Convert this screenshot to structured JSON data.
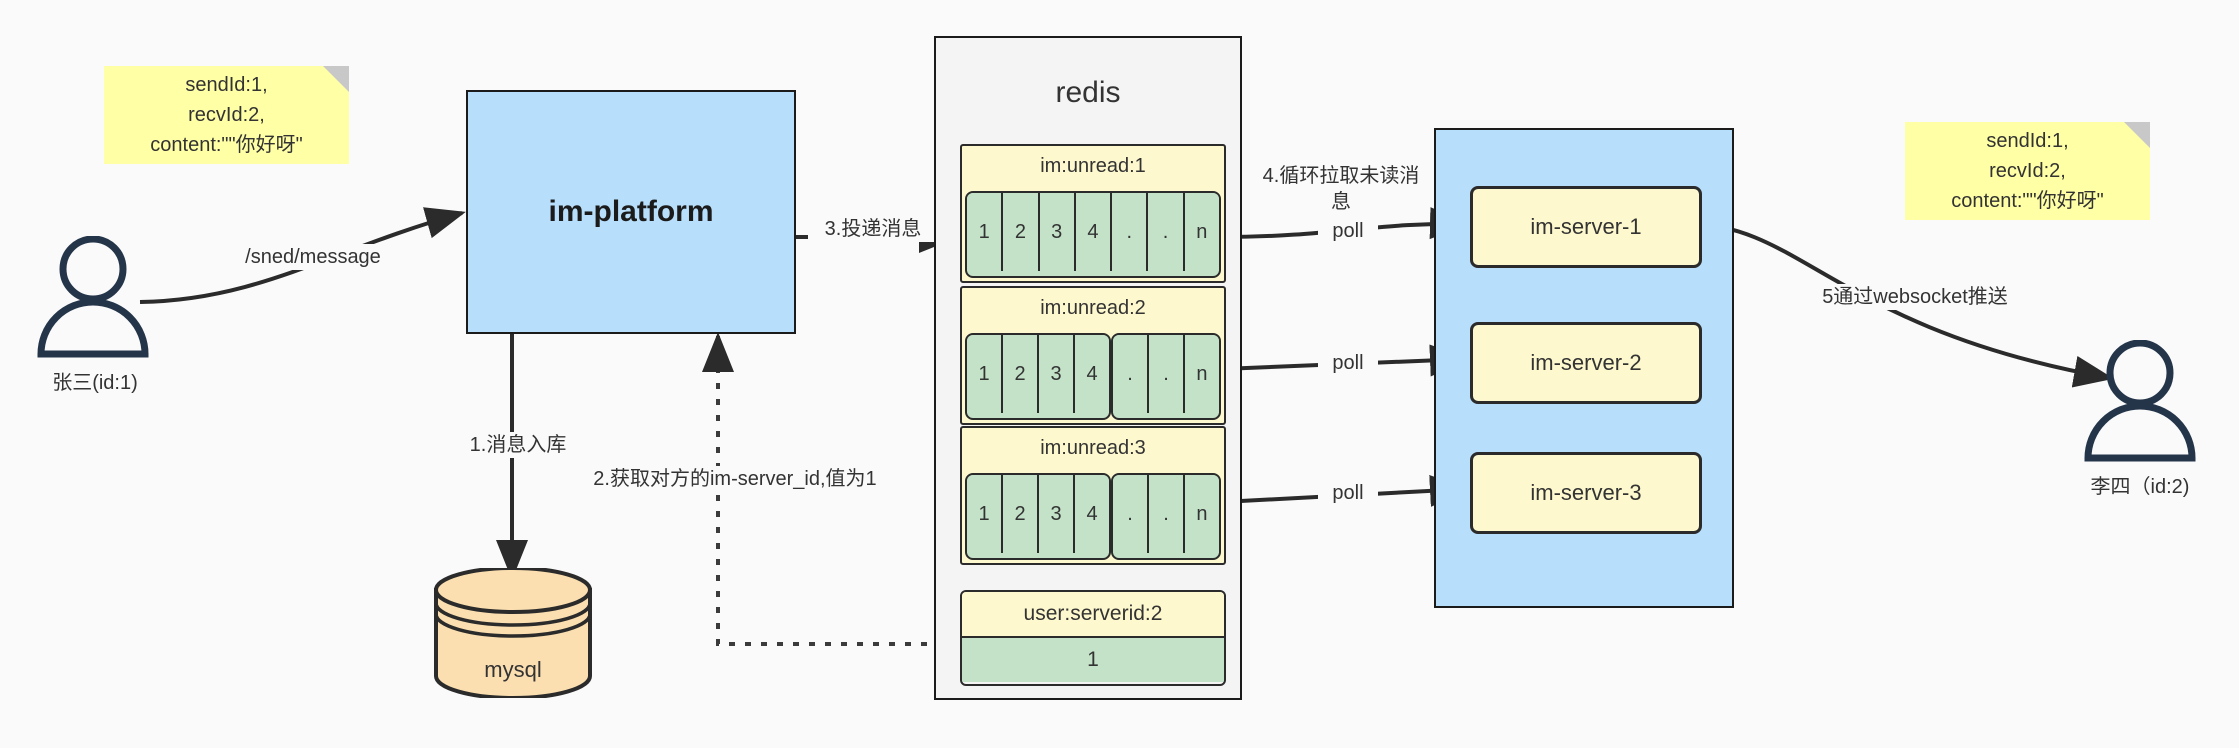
{
  "diagram": {
    "title": "IM message delivery architecture",
    "background": "#fafafa"
  },
  "notes": {
    "left": {
      "text": "sendId:1,\nrecvId:2,\ncontent:\"\"你好呀\"",
      "color": "#ffffa6"
    },
    "right": {
      "text": "sendId:1,\nrecvId:2,\ncontent:\"\"你好呀\"",
      "color": "#ffffa6"
    }
  },
  "actors": {
    "sender": {
      "label": "张三(id:1)"
    },
    "receiver": {
      "label": "李四（id:2)"
    }
  },
  "platform": {
    "label": "im-platform",
    "color": "#b7defa"
  },
  "database": {
    "label": "mysql",
    "color": "#fbdfb0"
  },
  "redis": {
    "title": "redis",
    "color": "#f4f4f4",
    "lists": [
      {
        "key": "im:unread:1",
        "cells_a": [
          "1",
          "2",
          "3",
          "4",
          ".",
          ".",
          "n"
        ],
        "cells_b": []
      },
      {
        "key": "im:unread:2",
        "cells_a": [
          "1",
          "2",
          "3",
          "4"
        ],
        "cells_b": [
          ".",
          ".",
          "n"
        ]
      },
      {
        "key": "im:unread:3",
        "cells_a": [
          "1",
          "2",
          "3",
          "4"
        ],
        "cells_b": [
          ".",
          ".",
          "n"
        ]
      }
    ],
    "kv": {
      "key": "user:serverid:2",
      "value": "1"
    }
  },
  "cluster": {
    "color": "#b7defa",
    "servers": [
      {
        "label": "im-server-1"
      },
      {
        "label": "im-server-2"
      },
      {
        "label": "im-server-3"
      }
    ]
  },
  "edges": {
    "send_message": "/sned/message",
    "step1": "1.消息入库",
    "step2": "2.获取对方的im-server_id,值为1",
    "step3": "3.投递消息",
    "step4": "4.循环拉取未读消\n息",
    "step5": "5通过websocket推送",
    "poll1": "poll",
    "poll2": "poll",
    "poll3": "poll"
  }
}
